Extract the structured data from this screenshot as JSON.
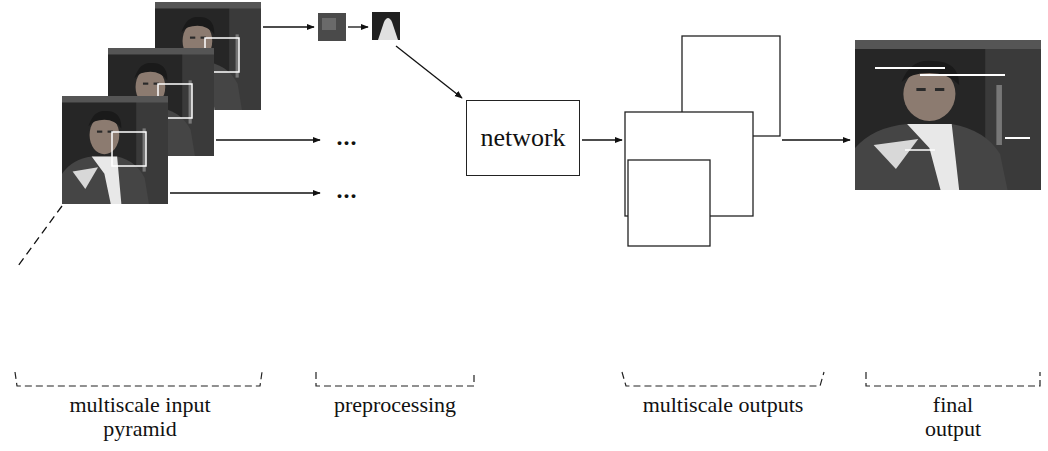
{
  "diagram": {
    "nodes": [
      {
        "text": [
          "network"
        ]
      }
    ],
    "labels": [
      "...",
      "...",
      "multiscale input pyramid",
      "preprocessing",
      "multiscale outputs",
      "final output"
    ]
  }
}
